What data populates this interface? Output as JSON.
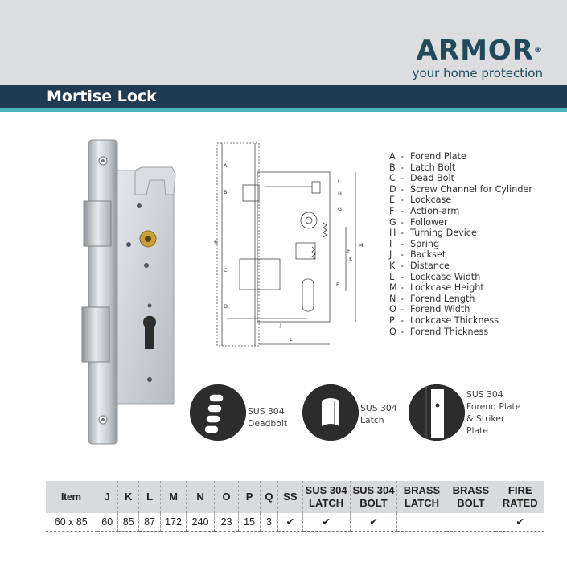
{
  "brand": {
    "name": "ARMOR",
    "registered": "®",
    "tagline": "your home protection"
  },
  "title": "Mortise Lock",
  "legend": [
    {
      "letter": "A",
      "label": "Forend Plate"
    },
    {
      "letter": "B",
      "label": "Latch Bolt"
    },
    {
      "letter": "C",
      "label": "Dead Bolt"
    },
    {
      "letter": "D",
      "label": "Screw Channel for Cylinder"
    },
    {
      "letter": "E",
      "label": "Lockcase"
    },
    {
      "letter": "F",
      "label": "Action-arm"
    },
    {
      "letter": "G",
      "label": "Follower"
    },
    {
      "letter": "H",
      "label": "Turning Device"
    },
    {
      "letter": "I",
      "label": "Spring"
    },
    {
      "letter": "J",
      "label": "Backset"
    },
    {
      "letter": "K",
      "label": "Distance"
    },
    {
      "letter": "L",
      "label": "Lockcase Width"
    },
    {
      "letter": "M",
      "label": "Lockcase Height"
    },
    {
      "letter": "N",
      "label": "Forend Length"
    },
    {
      "letter": "O",
      "label": "Forend Width"
    },
    {
      "letter": "P",
      "label": "Lockcase Thickness"
    },
    {
      "letter": "Q",
      "label": "Forend Thickness"
    }
  ],
  "legend_separator": "-",
  "drawing_labels": {
    "A": "A",
    "B": "B",
    "C": "C",
    "D": "D",
    "E": "E",
    "F": "F",
    "G": "G",
    "H": "H",
    "I": "I",
    "J": "J",
    "K": "K",
    "L": "L",
    "M": "M",
    "N": "N"
  },
  "features": [
    {
      "icon": "deadbolt-icon",
      "lines": [
        "SUS 304",
        "Deadbolt"
      ]
    },
    {
      "icon": "latch-icon",
      "lines": [
        "SUS 304",
        "Latch"
      ]
    },
    {
      "icon": "forend-plate-icon",
      "lines": [
        "SUS 304",
        "Forend Plate",
        "& Striker",
        "Plate"
      ]
    }
  ],
  "table": {
    "headers": [
      "Item",
      "J",
      "K",
      "L",
      "M",
      "N",
      "O",
      "P",
      "Q",
      "SS",
      "SUS 304 LATCH",
      "SUS 304 BOLT",
      "BRASS LATCH",
      "BRASS BOLT",
      "FIRE RATED"
    ],
    "header_lines": [
      [
        "Item"
      ],
      [
        "J"
      ],
      [
        "K"
      ],
      [
        "L"
      ],
      [
        "M"
      ],
      [
        "N"
      ],
      [
        "O"
      ],
      [
        "P"
      ],
      [
        "Q"
      ],
      [
        "SS"
      ],
      [
        "SUS 304",
        "LATCH"
      ],
      [
        "SUS 304",
        "BOLT"
      ],
      [
        "BRASS",
        "LATCH"
      ],
      [
        "BRASS",
        "BOLT"
      ],
      [
        "FIRE",
        "RATED"
      ]
    ],
    "rows": [
      [
        "60 x 85",
        "60",
        "85",
        "87",
        "172",
        "240",
        "23",
        "15",
        "3",
        "✔",
        "✔",
        "✔",
        "",
        "",
        "✔"
      ]
    ]
  }
}
